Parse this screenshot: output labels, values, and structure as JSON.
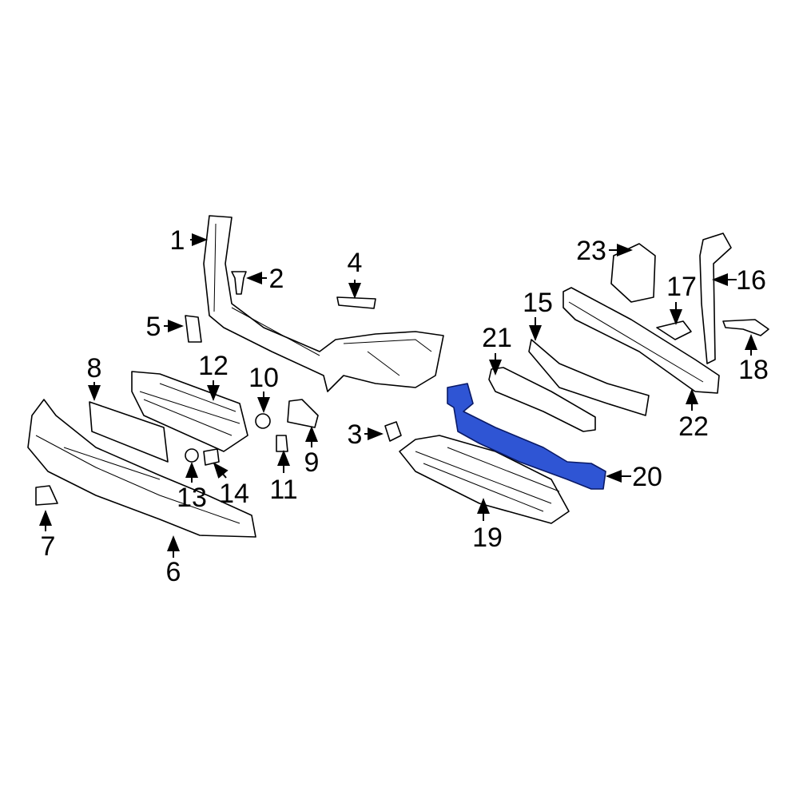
{
  "diagram": {
    "highlight_color": "#2f55d4",
    "highlighted_part": "20",
    "callouts": [
      "1",
      "2",
      "3",
      "4",
      "5",
      "6",
      "7",
      "8",
      "9",
      "10",
      "11",
      "12",
      "13",
      "14",
      "15",
      "16",
      "17",
      "18",
      "19",
      "20",
      "21",
      "22",
      "23"
    ]
  }
}
